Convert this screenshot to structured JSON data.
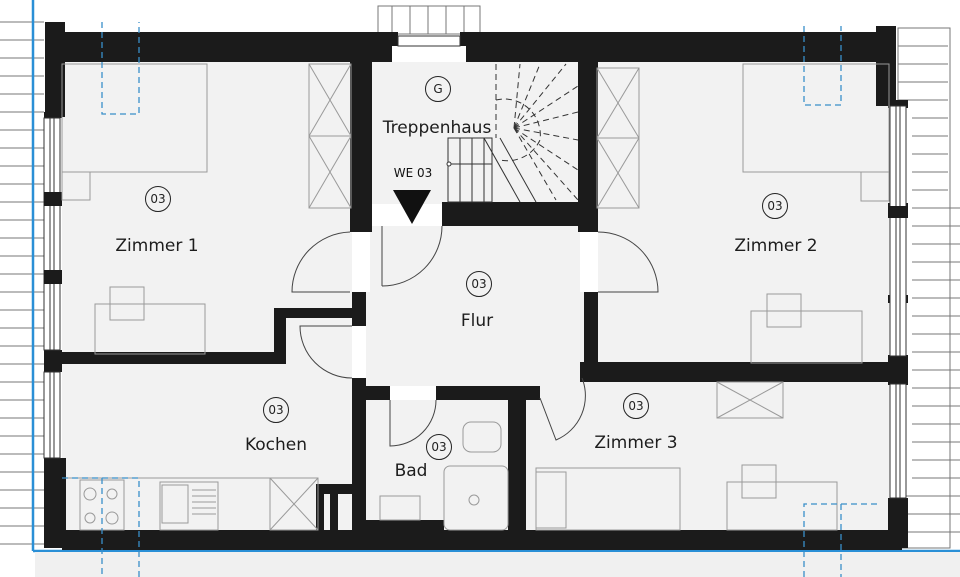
{
  "plan": {
    "colors": {
      "wall": "#1b1b1b",
      "floor": "#f2f2f2",
      "furniture_line": "#9a9a9a",
      "boundary_blue": "#2a8fd6",
      "dashed_blue": "#3a8fc9",
      "background": "#ffffff"
    },
    "entrance": {
      "label": "WE 03",
      "icon": "entrance-arrow-triangle"
    },
    "rooms": [
      {
        "id": "zimmer1",
        "name": "Zimmer 1",
        "number": "03"
      },
      {
        "id": "treppenhaus",
        "name": "Treppenhaus",
        "number": "G"
      },
      {
        "id": "zimmer2",
        "name": "Zimmer 2",
        "number": "03"
      },
      {
        "id": "flur",
        "name": "Flur",
        "number": "03"
      },
      {
        "id": "kochen",
        "name": "Kochen",
        "number": "03"
      },
      {
        "id": "bad",
        "name": "Bad",
        "number": "03"
      },
      {
        "id": "zimmer3",
        "name": "Zimmer 3",
        "number": "03"
      }
    ]
  }
}
